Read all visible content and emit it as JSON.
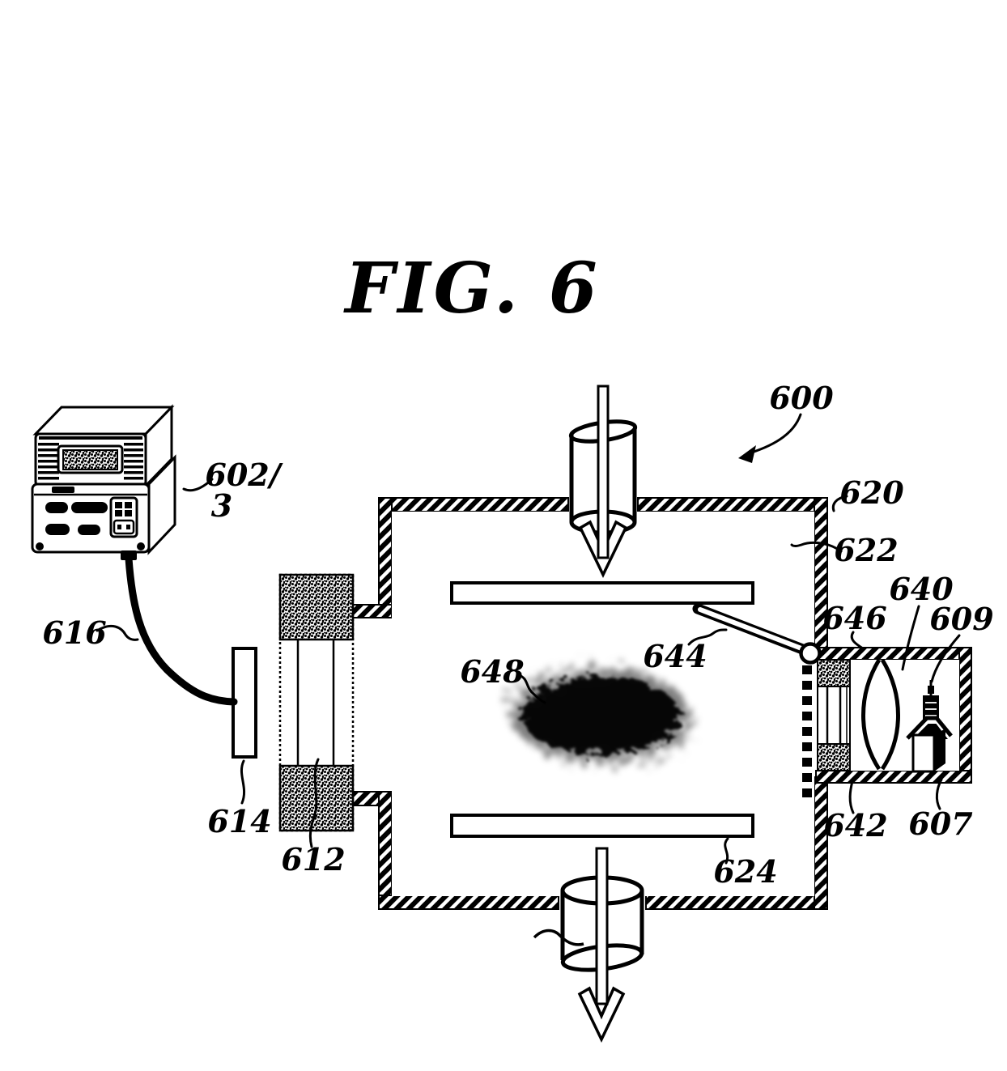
{
  "figure": {
    "title": "FIG. 6"
  },
  "refs": {
    "r600": "600",
    "r602a": "602/",
    "r602b": "3",
    "r607": "607",
    "r609": "609",
    "r612": "612",
    "r614": "614",
    "r616": "616",
    "r620": "620",
    "r622": "622",
    "r624": "624",
    "r640": "640",
    "r642": "642",
    "r644": "644",
    "r646": "646",
    "r648": "648"
  },
  "colors": {
    "ink": "#000000",
    "paper": "#ffffff"
  }
}
